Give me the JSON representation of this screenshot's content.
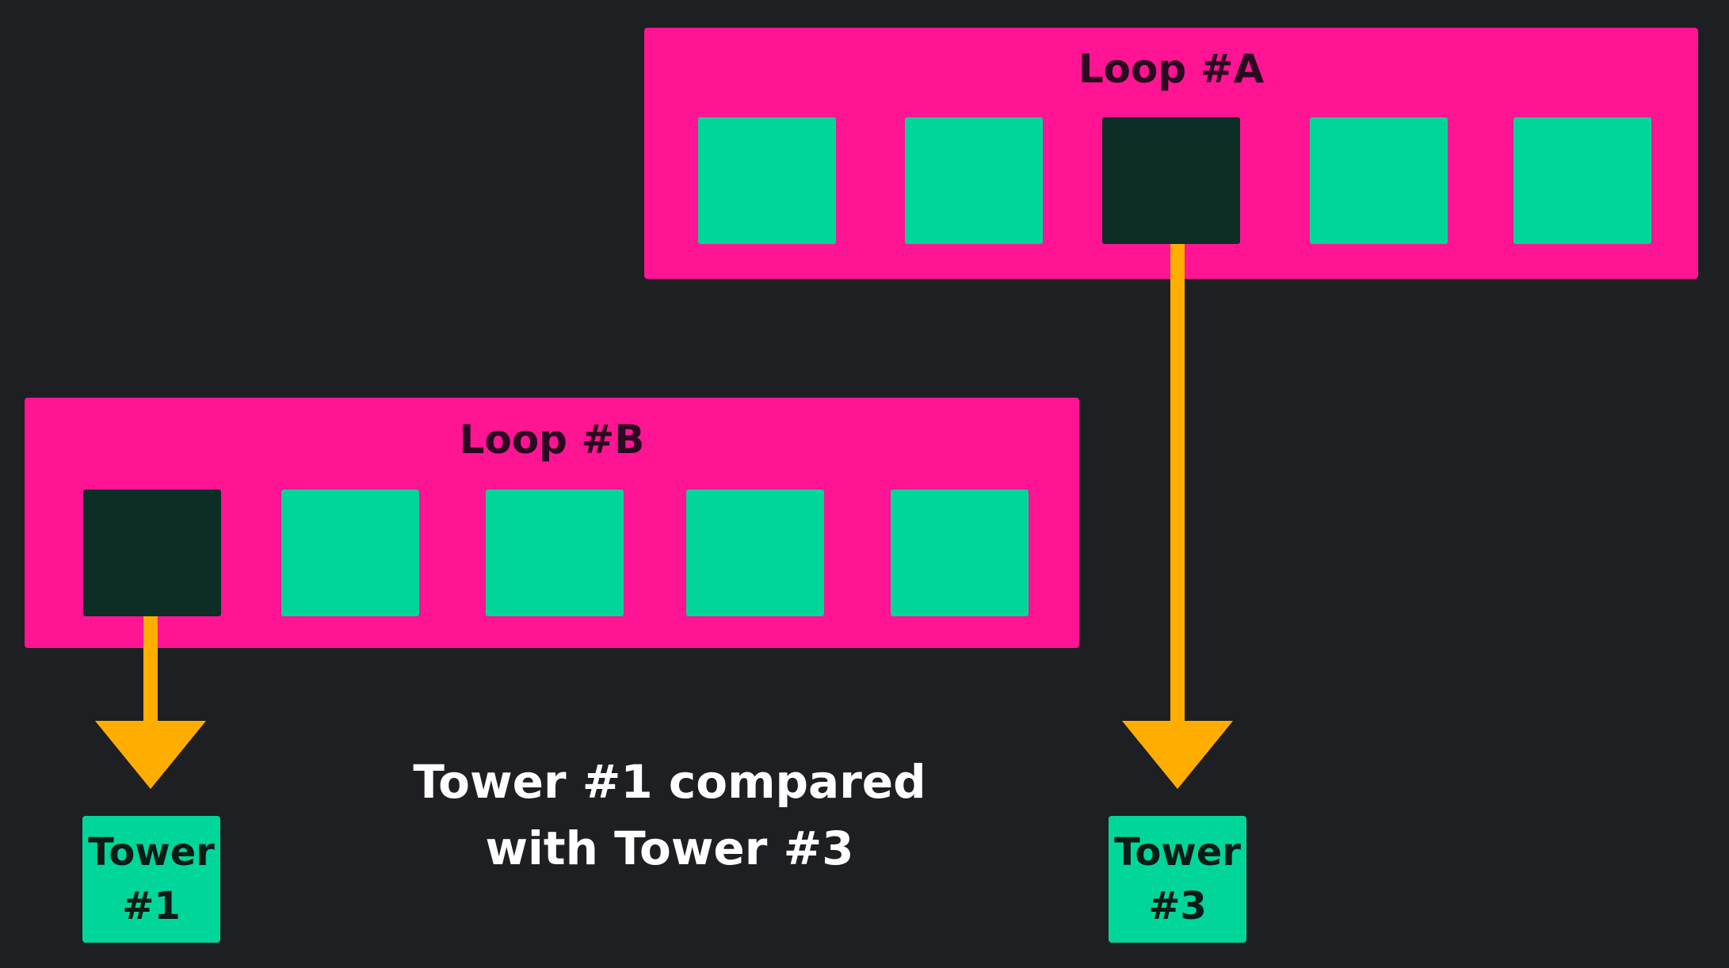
{
  "loops": [
    {
      "title": "Loop #A",
      "active_index": 2,
      "cell_count": 5
    },
    {
      "title": "Loop #B",
      "active_index": 0,
      "cell_count": 5
    }
  ],
  "towers": [
    {
      "line1": "Tower",
      "line2": "#1"
    },
    {
      "line1": "Tower",
      "line2": "#3"
    }
  ],
  "caption": {
    "line1": "Tower #1 compared",
    "line2": "with Tower #3"
  },
  "colors": {
    "background": "#1e1f22",
    "loop": "#ff1493",
    "cell": "#00d69a",
    "active_cell": "#0c2e26",
    "arrow": "#ffae00"
  }
}
